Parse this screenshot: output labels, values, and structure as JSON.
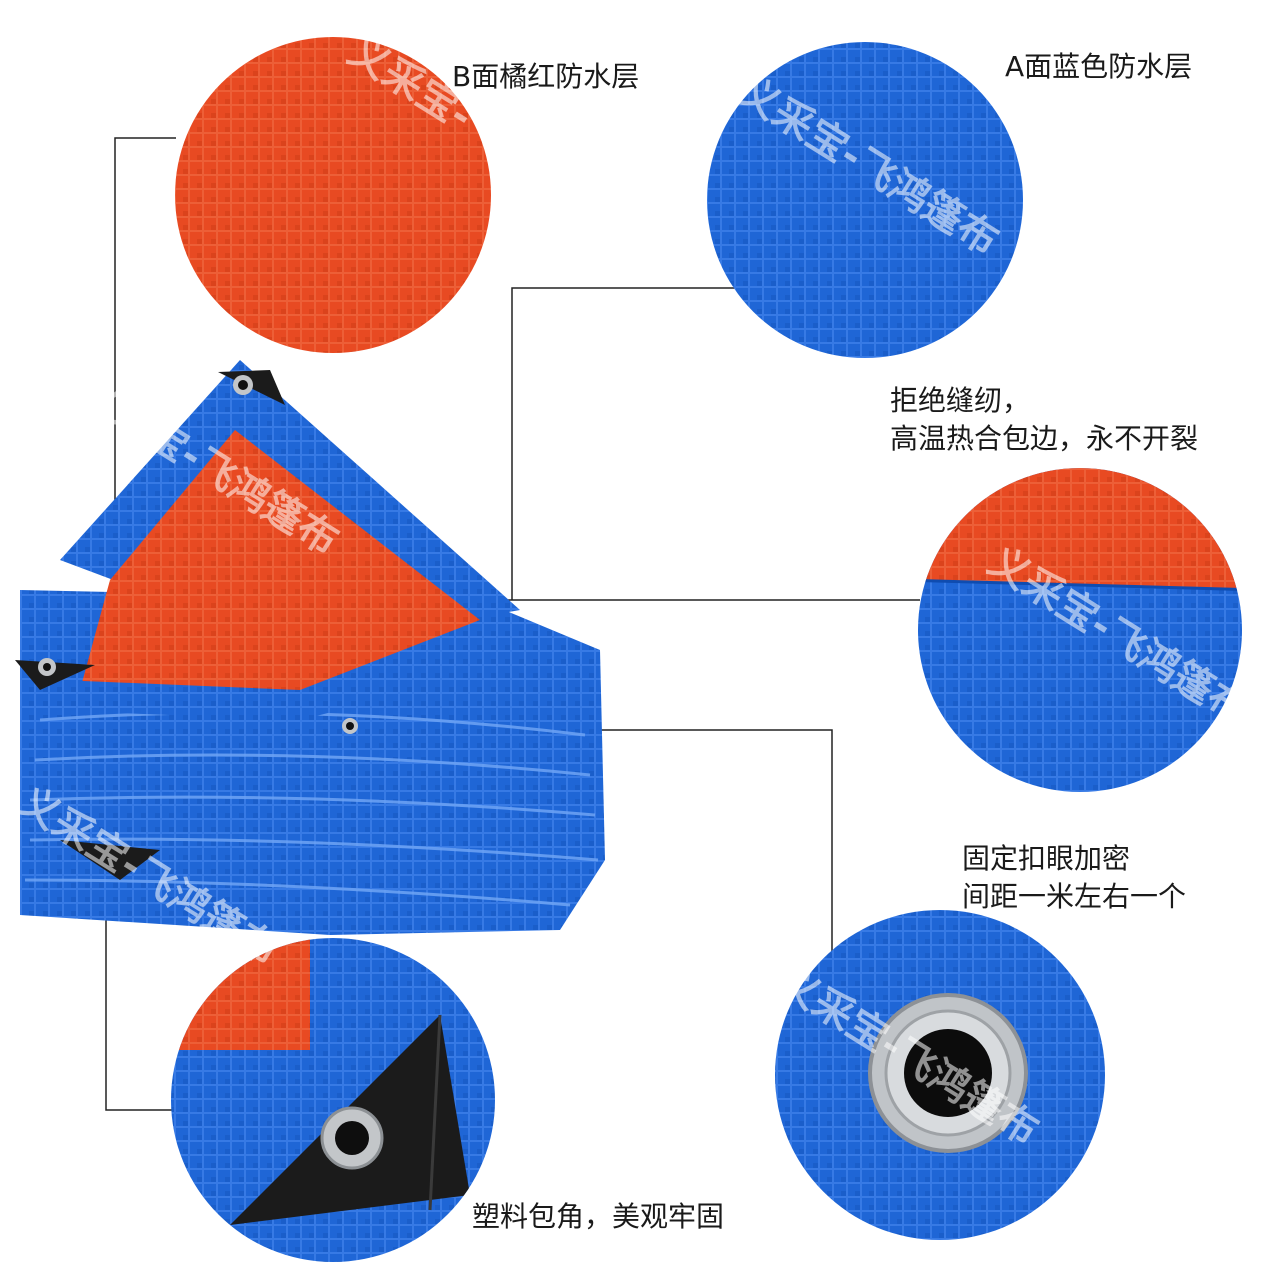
{
  "callouts": {
    "b_side": "B面橘红防水层",
    "a_side": "A面蓝色防水层",
    "edge_line1": "拒绝缝纫，",
    "edge_line2": "高温热合包边，永不开裂",
    "grommet_line1": "固定扣眼加密",
    "grommet_line2": "间距一米左右一个",
    "corner": "塑料包角，美观牢固"
  },
  "watermarks": {
    "w1": "义采宝-飞鸿篷布",
    "w2": "义采宝-飞鸿篷布",
    "w3": "义采宝-飞鸿篷布",
    "w4": "义采宝-飞鸿篷布",
    "w5": "义采宝-飞鸿篷布",
    "w6": "义采宝-飞鸿篷布"
  },
  "colors": {
    "blue": "#1f66d6",
    "orange": "#e84a22",
    "grommet": "#b8bcc0",
    "corner_black": "#1b1b1b"
  }
}
